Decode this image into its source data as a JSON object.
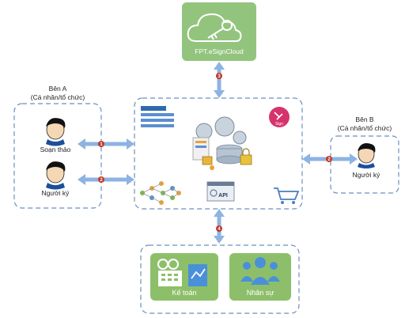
{
  "cloud": {
    "label": "FPT.eSignCloud",
    "accent": "#93c47d"
  },
  "party_a": {
    "title": "Bên A",
    "subtitle": "(Cá nhân/tổ chức)",
    "roles": [
      "Soạn thảo",
      "Người ký"
    ]
  },
  "party_b": {
    "title": "Bên B",
    "subtitle": "(Cá nhân/tổ chức)",
    "role": "Người ký"
  },
  "center": {
    "sign_badge": "Sign",
    "api_label": "API"
  },
  "departments": [
    "Kế toán",
    "Nhân sự"
  ],
  "connection_numbers": [
    "1",
    "2",
    "2",
    "3",
    "4"
  ],
  "colors": {
    "dashed_border": "#6a8fbf",
    "arrow": "#8db3e2",
    "badge": "#c0392b",
    "dept_box": "#8dbf6a",
    "sign_badge": "#d6336c"
  }
}
